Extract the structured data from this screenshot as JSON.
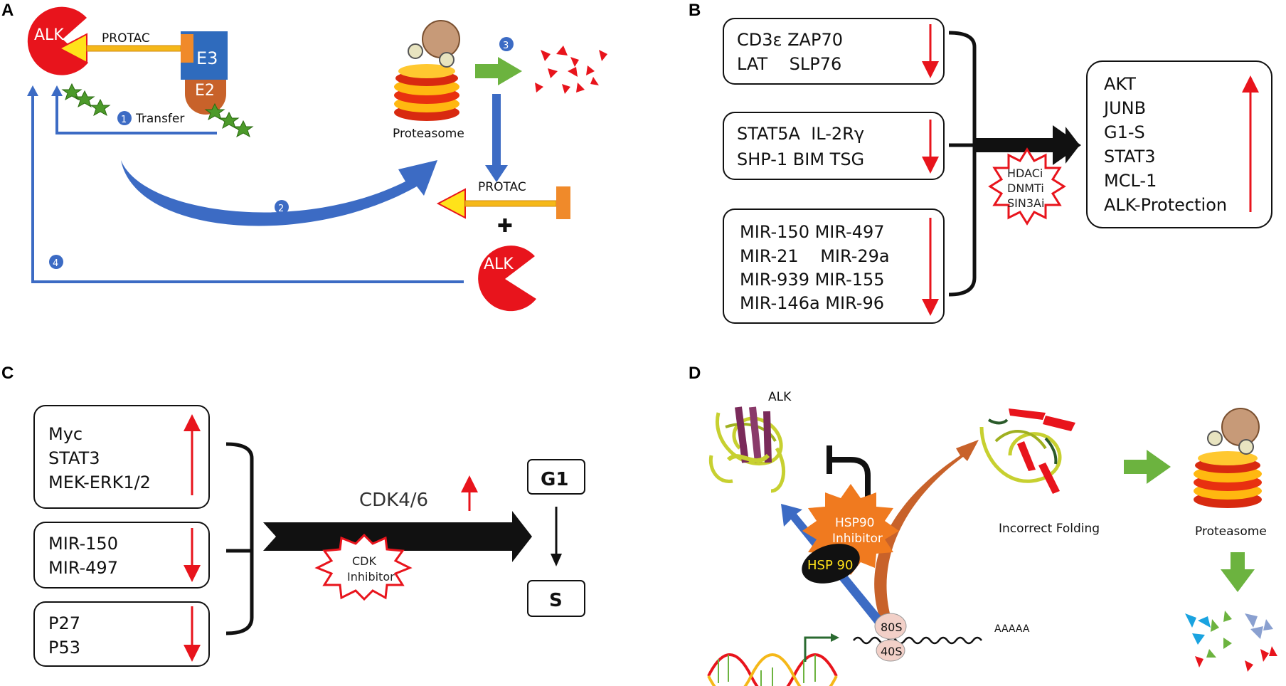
{
  "panels": {
    "a": "A",
    "b": "B",
    "c": "C",
    "d": "D"
  },
  "panel_a": {
    "alk_top": "ALK",
    "protac_top": "PROTAC",
    "e3": "E3",
    "e2": "E2",
    "step1_num": "1",
    "step1_label": "Transfer",
    "step2_num": "2",
    "step3_num": "3",
    "step4_num": "4",
    "proteasome": "Proteasome",
    "protac_bottom": "PROTAC",
    "plus": "✚",
    "alk_bottom": "ALK"
  },
  "panel_b": {
    "box1": [
      "CD3ε ZAP70",
      "LAT    SLP76"
    ],
    "box2": [
      "STAT5A  IL-2Rγ",
      "SHP-1 BIM TSG"
    ],
    "box3": [
      "MIR-150 MIR-497",
      "MIR-21    MIR-29a",
      "MIR-939 MIR-155",
      "MIR-146a MIR-96"
    ],
    "inhibitors": [
      "HDACi",
      "DNMTi",
      "SIN3Ai"
    ],
    "result": [
      "AKT",
      "JUNB",
      "G1-S",
      "STAT3",
      "MCL-1",
      "ALK-Protection"
    ]
  },
  "panel_c": {
    "box1": [
      "Myc",
      "STAT3",
      "MEK-ERK1/2"
    ],
    "box2": [
      "MIR-150",
      "MIR-497"
    ],
    "box3": [
      "P27",
      "P53"
    ],
    "cdk": "CDK4/6",
    "inhibitor": [
      "CDK",
      "Inhibitor"
    ],
    "g1": "G1",
    "s": "S"
  },
  "panel_d": {
    "alk": "ALK",
    "hsp90_inhibitor": [
      "HSP90",
      "Inhibitor"
    ],
    "hsp90": "HSP 90",
    "incorrect_folding": "Incorrect Folding",
    "proteasome": "Proteasome",
    "ribosome_80s": "80S",
    "ribosome_40s": "40S",
    "polya": "AAAAA"
  },
  "colors": {
    "alk_red": "#e8141c",
    "arrow_blue": "#3c6bc4",
    "arrow_green": "#6cb33f",
    "linker_orange": "#f5b819",
    "e3_blue": "#2f6bbd",
    "e2_brown": "#c8622a",
    "burst_orange": "#f07a1f",
    "down_up_red": "#e8141c"
  }
}
